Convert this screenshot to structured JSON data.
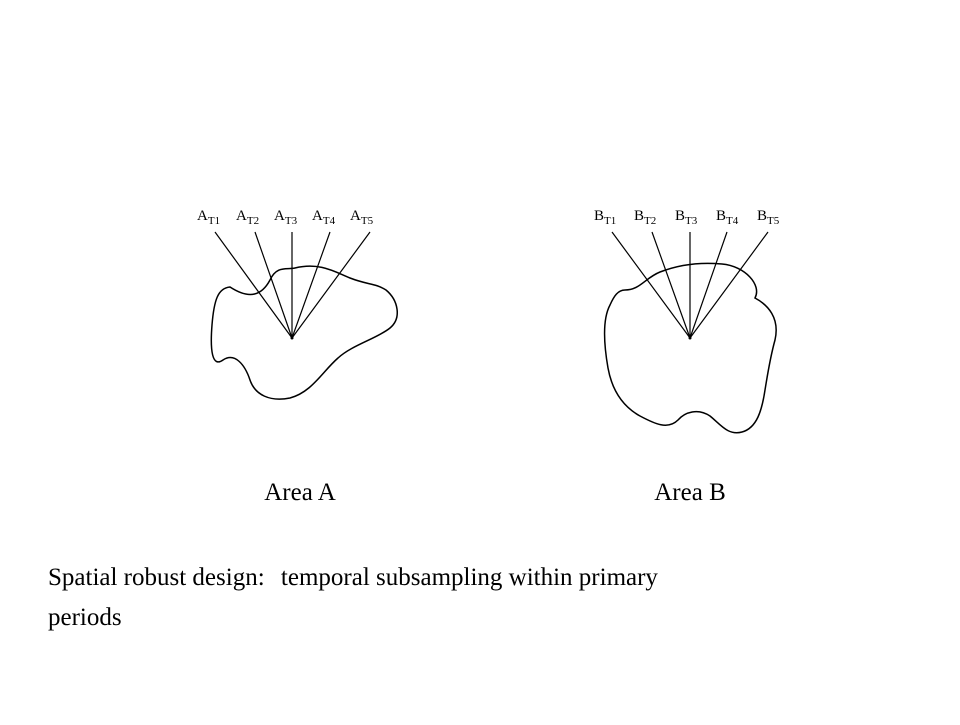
{
  "area_a": {
    "name": "Area A",
    "letter": "A",
    "subscripts": [
      "T1",
      "T2",
      "T3",
      "T4",
      "T5"
    ]
  },
  "area_b": {
    "name": "Area B",
    "letter": "B",
    "subscripts": [
      "T1",
      "T2",
      "T3",
      "T4",
      "T5"
    ]
  },
  "caption": {
    "part1": "Spatial robust design:",
    "part2": "temporal subsampling",
    "part3": "within primary",
    "part4": "periods"
  }
}
